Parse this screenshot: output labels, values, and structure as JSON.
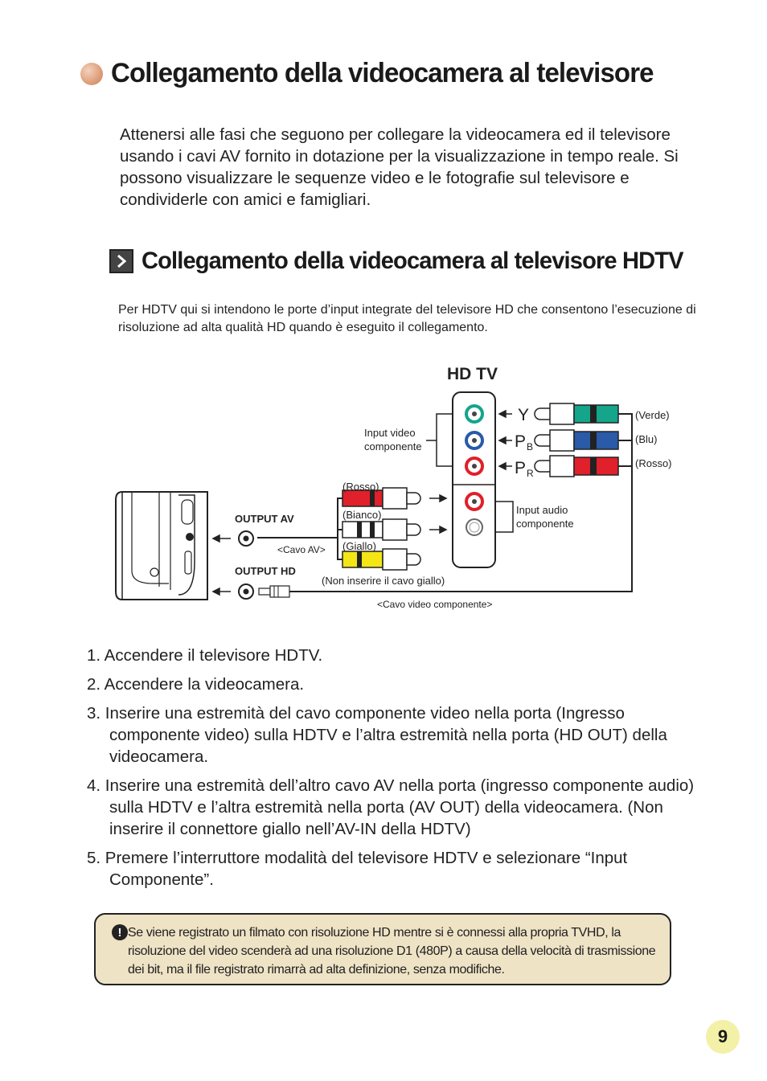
{
  "title": "Collegamento della videocamera al televisore",
  "intro": "Attenersi alle fasi che seguono per collegare la videocamera ed il televisore usando i cavi AV fornito in dotazione per la visualizzazione in tempo reale. Si possono visualizzare le sequenze video e le fotografie sul televisore e condividerle con amici e famigliari.",
  "section": {
    "title": "Collegamento della videocamera al televisore HDTV",
    "description": "Per HDTV qui si intendono le porte d’input integrate del televisore HD che consentono l’esecuzione di risoluzione ad alta qualità HD quando è eseguito il collegamento."
  },
  "diagram": {
    "tv_label": "HD TV",
    "y_label": "Y",
    "pb_label": "P",
    "pb_sub": "B",
    "pr_label": "P",
    "pr_sub": "R",
    "input_video_line1": "Input video",
    "input_video_line2": "componente",
    "input_audio_line1": "Input audio",
    "input_audio_line2": "componente",
    "verde": "(Verde)",
    "blu": "(Blu)",
    "rosso_right": "(Rosso)",
    "rosso_left": "(Rosso)",
    "bianco": "(Bianco)",
    "giallo": "(Giallo)",
    "output_av": "OUTPUT AV",
    "output_hd": "OUTPUT HD",
    "cavo_av": "<Cavo AV>",
    "non_inserire": "(Non inserire il cavo giallo)",
    "cavo_video_componente": "<Cavo video componente>",
    "colors": {
      "green": "#14a58a",
      "blue": "#2a5aa8",
      "red": "#e0202a",
      "yellow": "#f4e516"
    }
  },
  "steps": [
    "1. Accendere il televisore HDTV.",
    "2. Accendere la videocamera.",
    "3. Inserire una estremità del cavo componente video nella porta (Ingresso componente video) sulla HDTV e l’altra estremità nella porta (HD OUT) della videocamera.",
    "4. Inserire una estremità dell’altro cavo AV nella porta (ingresso componente audio) sulla HDTV e l’altra estremità nella porta (AV OUT) della videocamera. (Non inserire il connettore giallo nell’AV-IN della HDTV)",
    "5. Premere l’interruttore modalità del televisore HDTV e selezionare “Input Componente”."
  ],
  "note": {
    "icon": "exclamation-icon",
    "text": "Se viene registrato un filmato con risoluzione HD mentre si è connessi alla propria TVHD, la risoluzione del video scenderà ad una risoluzione D1 (480P) a causa della velocità di trasmissione dei bit, ma il file registrato rimarrà ad alta definizione, senza modifiche."
  },
  "page_number": "9"
}
